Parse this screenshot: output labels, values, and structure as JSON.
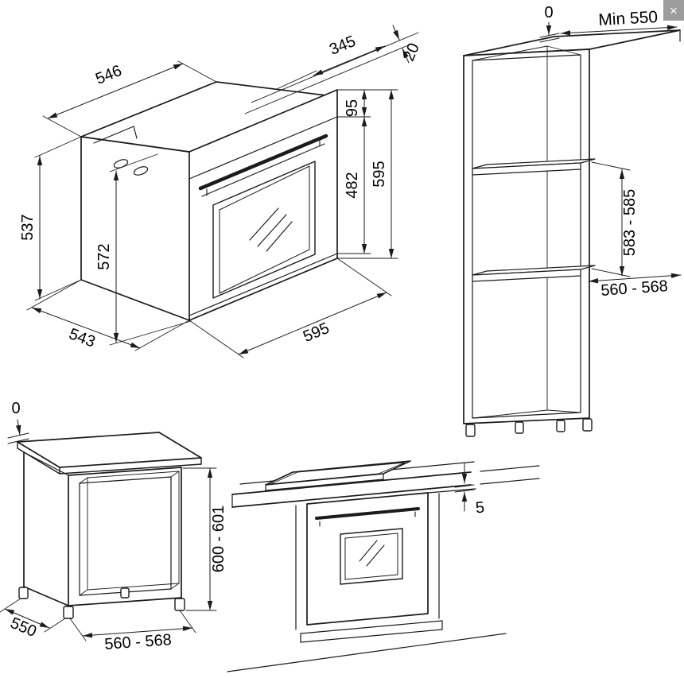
{
  "window": {
    "close_icon": "×"
  },
  "oven_front_view": {
    "body_width": "546",
    "top_depth": "345",
    "fascia_protrusion": "20",
    "control_panel_height": "95",
    "door_height": "482",
    "fascia_height": "595",
    "body_height": "537",
    "inner_height": "572",
    "body_depth": "543",
    "fascia_width": "595"
  },
  "tall_cabinet_view": {
    "top_clearance": "0",
    "min_depth": "Min 550",
    "niche_height": "583 - 585",
    "niche_width": "560 - 568"
  },
  "base_cabinet_view": {
    "top_clearance": "0",
    "niche_height": "600 - 601",
    "depth": "550",
    "niche_width": "560 - 568"
  },
  "built_under_view": {
    "worktop_clearance": "5"
  }
}
